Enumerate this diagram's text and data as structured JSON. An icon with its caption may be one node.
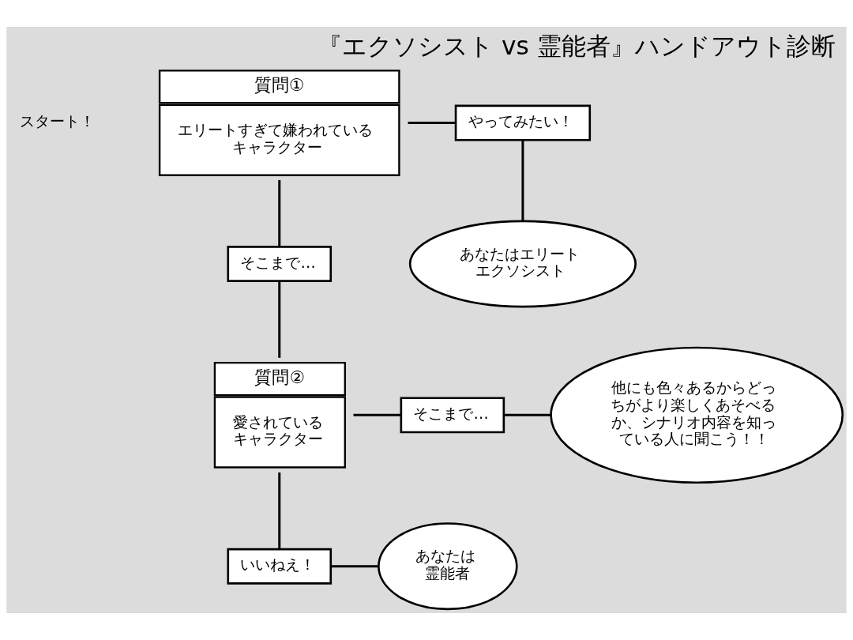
{
  "diagram": {
    "title": "『エクソシスト vs 霊能者』ハンドアウト診断",
    "nodes": [
      {
        "text": [
          "質問①",
          "エリートすぎて嫌われているキャラクター"
        ]
      },
      {
        "text": [
          "やってみたい！"
        ]
      },
      {
        "text": [
          "そこまで…"
        ]
      },
      {
        "text": [
          "質問②",
          "愛されているキャラクター"
        ]
      },
      {
        "text": [
          "そこまで…"
        ]
      },
      {
        "text": [
          "他にも色々あるからどっちがより楽しくあそべるか、シナリオ内容を知っている人に聞こう！！"
        ]
      },
      {
        "text": [
          "いいねえ！"
        ]
      },
      {
        "text": [
          "あなたは霊能者"
        ]
      },
      {
        "text": [
          "あなたはエリートエクソシスト"
        ]
      }
    ],
    "edges": [
      {
        "from": 0,
        "to": 1,
        "arrow": "none"
      },
      {
        "from": 1,
        "to": 8,
        "arrow": "none"
      },
      {
        "from": 0,
        "to": 2,
        "arrow": "none"
      },
      {
        "from": 2,
        "to": 3,
        "arrow": "none"
      },
      {
        "from": 3,
        "to": 4,
        "arrow": "none"
      },
      {
        "from": 4,
        "to": 5,
        "arrow": "none"
      },
      {
        "from": 3,
        "to": 6,
        "arrow": "none"
      },
      {
        "from": 6,
        "to": 7,
        "arrow": "none"
      }
    ],
    "labels": [
      "スタート！"
    ]
  }
}
